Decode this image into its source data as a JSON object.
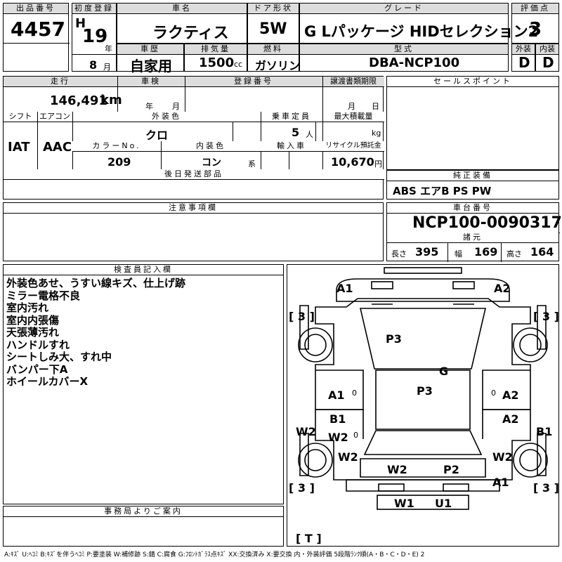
{
  "header": {
    "lot_no_label": "出品番号",
    "lot_no": "4457",
    "first_reg_label": "初度登録",
    "era": "H",
    "year": "19",
    "year_unit": "年",
    "month": "8",
    "month_unit": "月",
    "car_name_label": "車名",
    "car_name": "ラクティス",
    "door_label": "ドア形状",
    "door": "5W",
    "grade_label": "グレード",
    "grade": "G Lパッケージ HIDセレクション2",
    "score_label": "評価点",
    "score": "3",
    "history_label": "車歴",
    "history": "自家用",
    "displacement_label": "排気量",
    "displacement": "1500",
    "displacement_unit": "cc",
    "fuel_label": "燃料",
    "fuel": "ガソリン",
    "model_label": "型式",
    "model": "DBA-NCP100",
    "ext_label": "外装",
    "ext_grade": "D",
    "int_label": "内装",
    "int_grade": "D"
  },
  "row2": {
    "mileage_label": "走行",
    "mileage": "146,491",
    "mileage_unit": "km",
    "inspection_label": "車検",
    "insp_year_unit": "年",
    "insp_month_unit": "月",
    "reg_no_label": "登録番号",
    "transfer_label": "譲渡書類期限",
    "transfer_month_unit": "月",
    "transfer_day_unit": "日",
    "sales_point_label": "セールスポイント",
    "shift_label": "シフト",
    "shift": "IAT",
    "ac_label": "エアコン",
    "ac": "AAC",
    "ext_color_label": "外装色",
    "ext_color": "クロ",
    "capacity_label": "乗車定員",
    "capacity": "5",
    "capacity_unit": "人",
    "max_load_label": "最大積載量",
    "max_load_unit": "kg",
    "color_no_label": "カラーNo.",
    "color_no": "209",
    "int_color_label": "内装色",
    "int_color": "コン",
    "int_color_unit": "系",
    "import_label": "輸入車",
    "recycle_label": "リサイクル預託金",
    "recycle": "10,670",
    "recycle_unit": "円",
    "later_parts_label": "後日発送部品",
    "equipment_label": "純正装備",
    "equipment": "ABS エアB PS PW"
  },
  "row3": {
    "notes_label": "注意事項欄",
    "chassis_label": "車台番号",
    "chassis": "NCP100-0090317",
    "spec_label": "諸元",
    "length_label": "長さ",
    "length": "395",
    "width_label": "幅",
    "width": "169",
    "height_label": "高さ",
    "height": "164"
  },
  "inspector": {
    "label": "検査員記入欄",
    "remarks": [
      "外装色あせ、うすい線キズ、仕上げ跡",
      "ミラー電格不良",
      "室内汚れ",
      "室内内張傷",
      "天張薄汚れ",
      "ハンドルすれ",
      "シートしみ大、すれ中",
      "バンパー下A",
      "ホイールカバーX"
    ]
  },
  "office": {
    "label": "事務局よりご案内"
  },
  "diagram": {
    "marks": {
      "front_left": "A1",
      "front_right": "A2",
      "tire_fl": "[ 3 ]",
      "tire_fr": "[ 3 ]",
      "hood": "P3",
      "windshield": "G",
      "roof": "P3",
      "left_front_door": "A1",
      "right_front_door": "A2",
      "left_front_door_zero": "0",
      "right_front_door_zero": "0",
      "left_rear_door": "B1",
      "left_rear_door2": "W2",
      "left_rear_zero": "0",
      "right_rear_door": "A2",
      "left_sill": "W2",
      "right_sill": "B1",
      "left_quarter": "W2",
      "right_quarter": "W2",
      "rear_glass": "W2",
      "trunk": "P2",
      "right_rear_corner": "A1",
      "tire_rl": "[ 3 ]",
      "tire_rr": "[ 3 ]",
      "rear_bumper_left": "W1",
      "rear_bumper_right": "U1",
      "spare": "[ T ]"
    }
  },
  "legend": "A:ｷｽﾞ U:ﾍｺﾐ B:ｷｽﾞを伴うﾍｺﾐ P:要塗装 W:補修跡 S:錆 C:腐食 G:ﾌﾛﾝﾄｶﾞﾗｽ点ｷｽﾞ XX:交換済み X:要交換 内・外装評価 5段階ﾗﾝｸ順(A・B・C・D・E) 2"
}
